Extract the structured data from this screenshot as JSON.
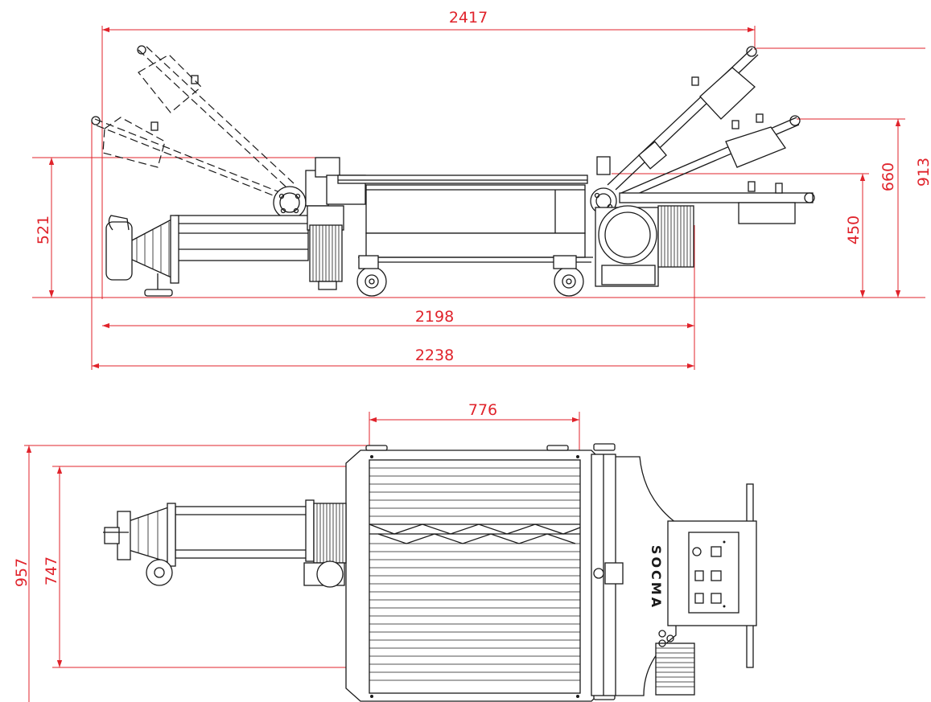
{
  "side_view": {
    "dimensions": {
      "overall_open_width": "2417",
      "base_length": "2198",
      "overall_length": "2238",
      "left_height": "521",
      "right_height_low": "450",
      "right_height_mid": "660",
      "right_height_high": "913"
    }
  },
  "top_view": {
    "dimensions": {
      "table_width": "776",
      "overall_depth": "957",
      "inner_depth": "747"
    },
    "brand_logo": "SOCMA"
  },
  "colors": {
    "dimension": "#e0232b",
    "linework": "#1a1a1a"
  }
}
